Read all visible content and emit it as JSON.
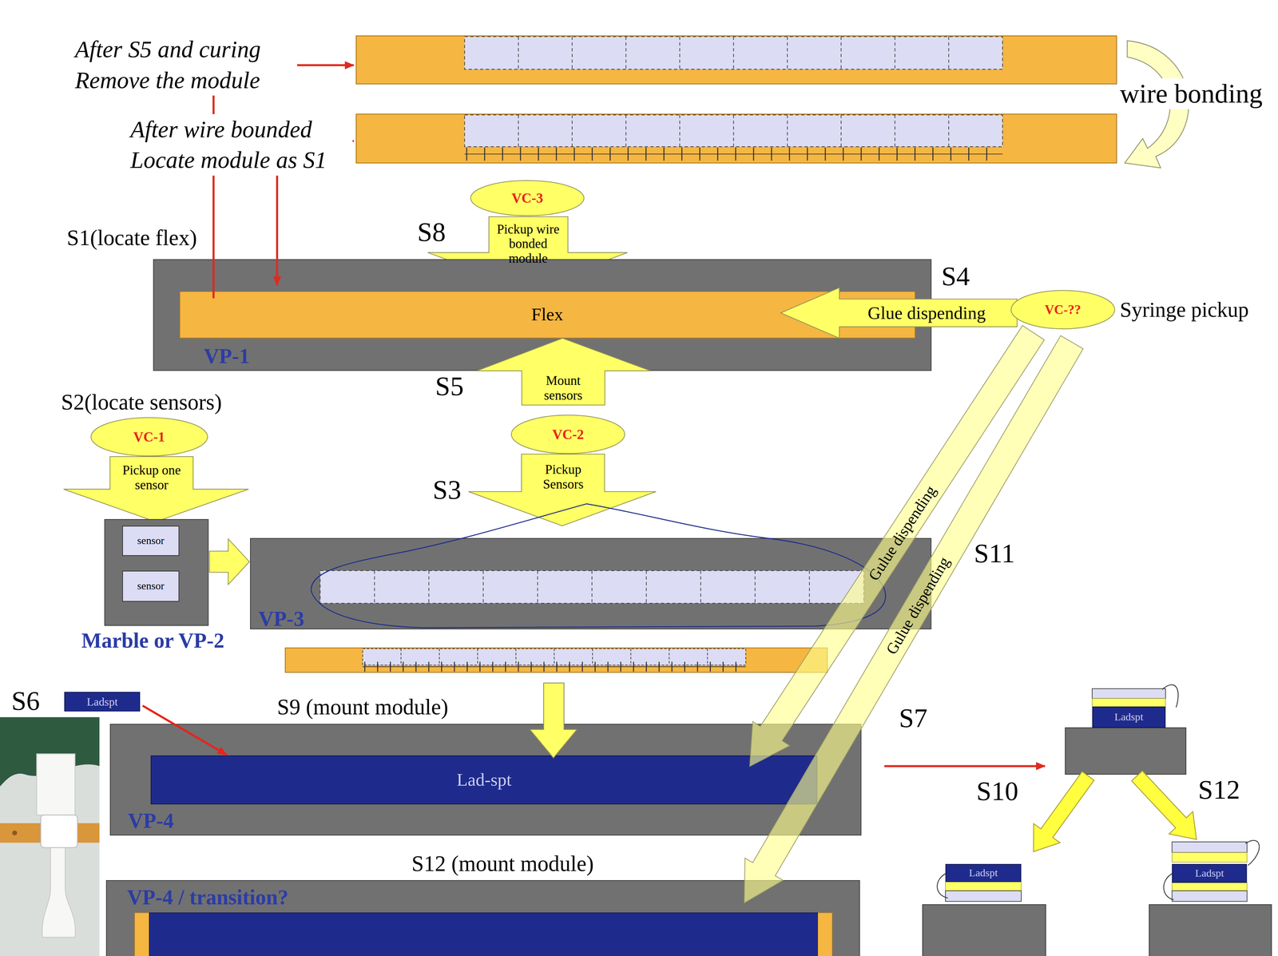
{
  "diagram": {
    "nodes": [
      {
        "text": [
          "VC-3"
        ]
      },
      {
        "text": [
          "Pickup wire bonded module"
        ]
      },
      {
        "text": [
          "VP-1"
        ]
      },
      {
        "text": [
          "Flex"
        ],
        "in": 2
      },
      {
        "text": [
          "Glue dispending"
        ]
      },
      {
        "text": [
          "VC-??",
          "Syringe pickup"
        ]
      },
      {
        "text": [
          "Mount sensors"
        ]
      },
      {
        "text": [
          "VC-1"
        ]
      },
      {
        "text": [
          "VC-2"
        ]
      },
      {
        "text": [
          "Pickup one sensor"
        ]
      },
      {
        "text": [
          "Pickup Sensors"
        ]
      },
      {
        "text": [
          "Marble or VP-2"
        ]
      },
      {
        "text": [
          "sensor"
        ],
        "in": 11
      },
      {
        "text": [
          "sensor"
        ],
        "in": 11
      },
      {
        "text": [
          "VP-3"
        ]
      },
      {
        "text": [
          "Gulue dispending"
        ]
      },
      {
        "text": [
          "Gulue dispending"
        ]
      },
      {
        "text": [
          "Ladspt"
        ]
      },
      {
        "text": [
          "VP-4"
        ]
      },
      {
        "text": [
          "Lad-spt"
        ],
        "in": 18
      },
      {
        "text": [
          "Ladspt"
        ]
      },
      {
        "text": [
          "VP-4 / transition?"
        ]
      },
      {
        "text": [
          "Ladspt"
        ]
      },
      {
        "text": [
          "Ladspt"
        ]
      }
    ],
    "edges": [
      {
        "from": 11,
        "to": 14,
        "arrow": "to"
      },
      {
        "from": 17,
        "to": 19,
        "arrow": "to"
      }
    ],
    "labels": [
      "After S5 and curing Remove the module",
      "After wire bounded Locate module as S1",
      "wire bonding",
      "S1(locate flex)",
      "S8",
      "S4",
      "S5",
      "S2(locate sensors)",
      "S3",
      "S7",
      "S11",
      "S6",
      "S9 (mount module)",
      "S12 (mount module)",
      "S10",
      "S12"
    ]
  }
}
